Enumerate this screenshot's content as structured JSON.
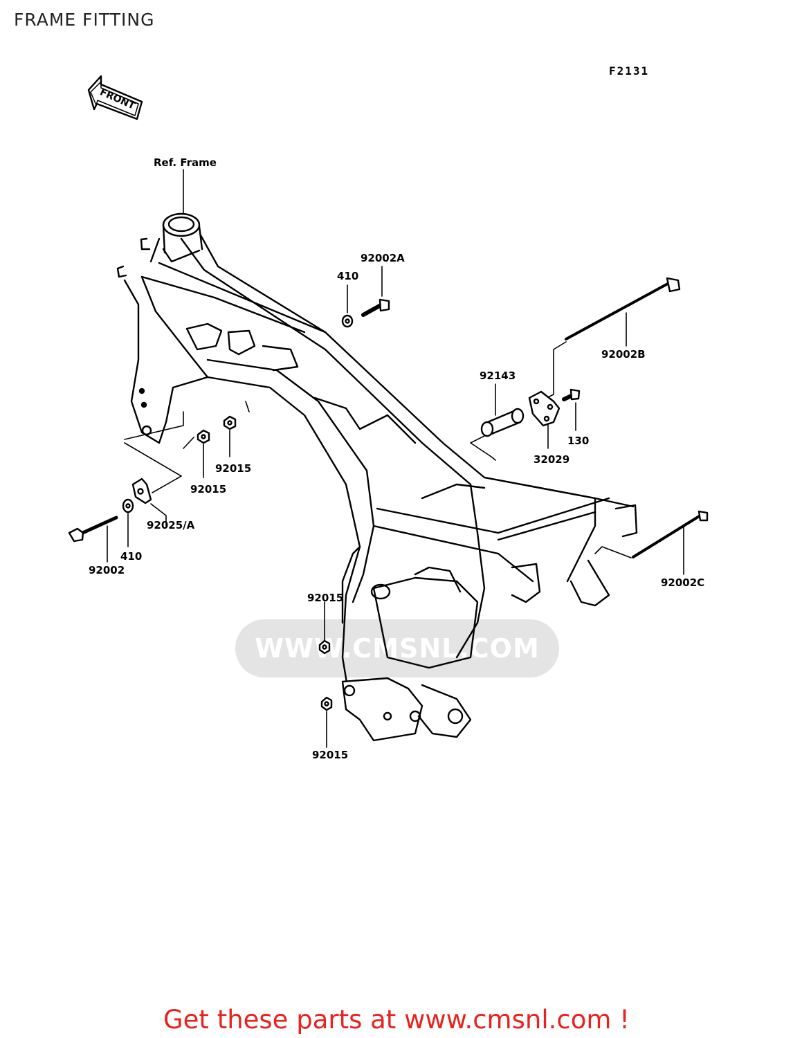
{
  "page": {
    "title": "FRAME FITTING",
    "figure_id": "F2131"
  },
  "watermark": {
    "text": "WWW.CMSNL.COM"
  },
  "front_arrow": {
    "label": "FRONT"
  },
  "callouts": {
    "ref_frame": "Ref. Frame",
    "p92002A": "92002A",
    "p410_top": "410",
    "p92002B": "92002B",
    "p92143": "92143",
    "p130": "130",
    "p32029": "32029",
    "p92015_a": "92015",
    "p92015_b": "92015",
    "p92025A": "92025/A",
    "p410_left": "410",
    "p92002": "92002",
    "p92002C": "92002C",
    "p92015_c": "92015",
    "p92015_d": "92015"
  },
  "footer": {
    "promo": "Get these parts at www.cmsnl.com !",
    "promo_color": "#e8231f"
  }
}
